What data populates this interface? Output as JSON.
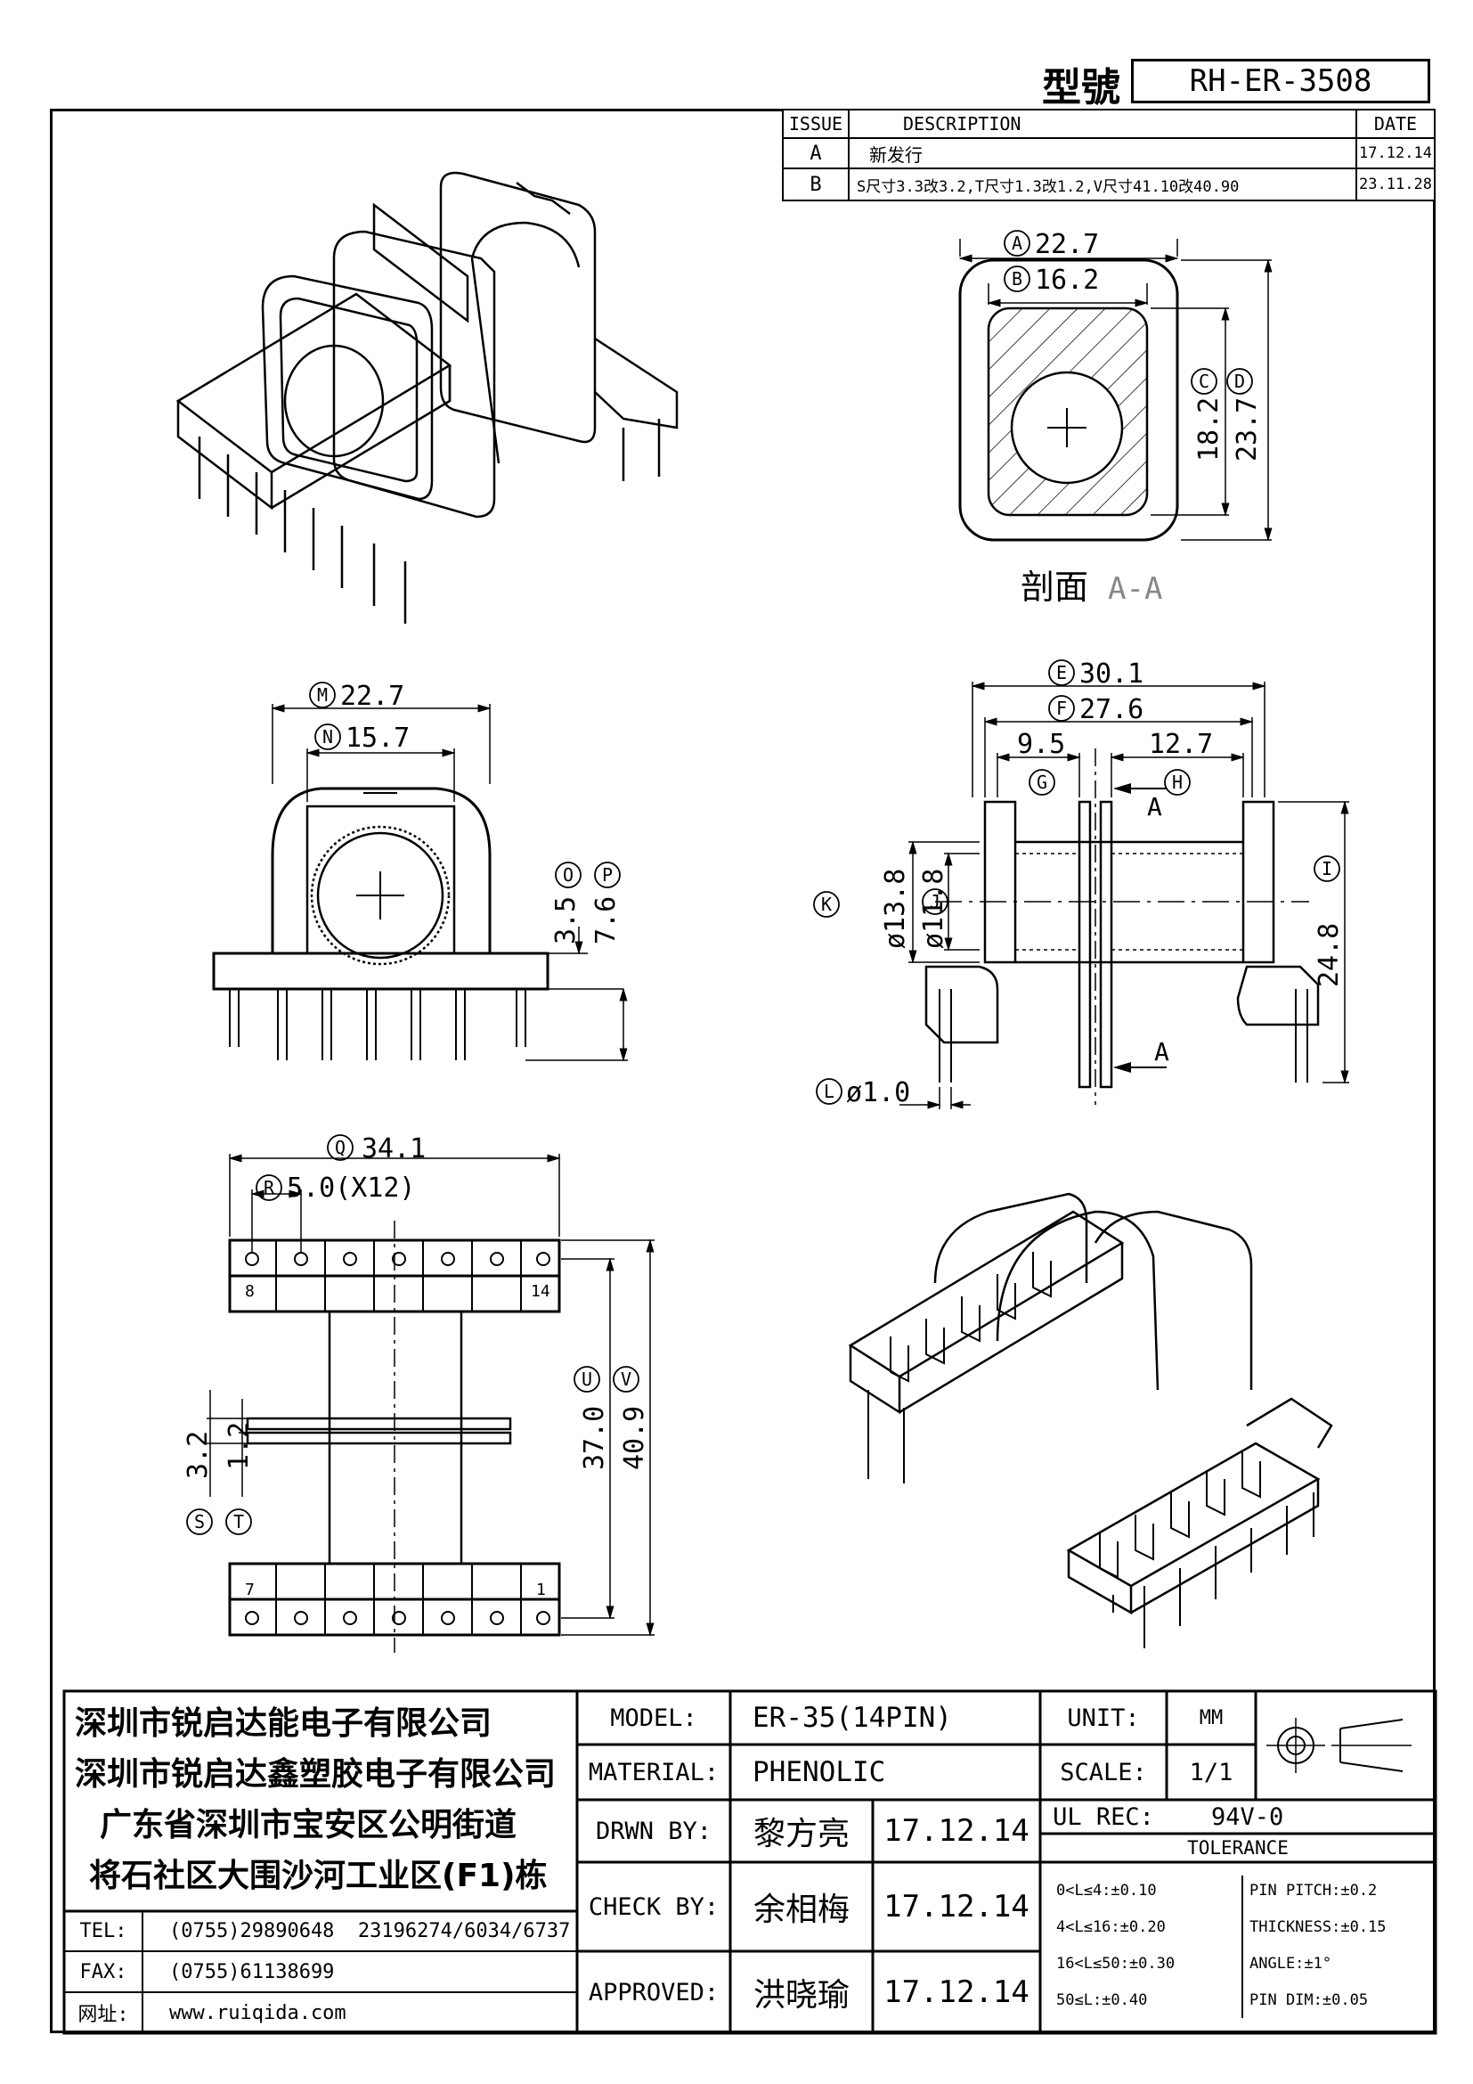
{
  "header": {
    "model_label": "型號",
    "model_number": "RH-ER-3508",
    "revision_columns": {
      "issue": "ISSUE",
      "description": "DESCRIPTION",
      "date": "DATE"
    },
    "revisions": [
      {
        "issue": "A",
        "description": "新发行",
        "date": "17.12.14"
      },
      {
        "issue": "B",
        "description": "S尺寸3.3改3.2,T尺寸1.3改1.2,V尺寸41.10改40.90",
        "date": "23.11.28"
      }
    ]
  },
  "section_view": {
    "label": "剖面",
    "label_suffix": "A-A",
    "dims": {
      "A": "22.7",
      "B": "16.2",
      "C": "18.2",
      "D": "23.7"
    }
  },
  "front_view": {
    "dims": {
      "M": "22.7",
      "N": "15.7",
      "O": "3.5",
      "P": "7.6"
    }
  },
  "side_view": {
    "dims": {
      "E": "30.1",
      "F": "27.6",
      "G": "9.5",
      "H": "12.7",
      "I": "24.8",
      "J": "ø11.8",
      "K": "ø13.8",
      "L": "ø1.0"
    },
    "section_marker": "A"
  },
  "bottom_view": {
    "dims": {
      "Q": "34.1",
      "R": "5.0(X12)",
      "S": "3.2",
      "T": "1.2",
      "U": "37.0",
      "V": "40.9"
    },
    "pin_labels": {
      "top_left": "8",
      "top_right": "14",
      "bottom_left": "7",
      "bottom_right": "1"
    }
  },
  "title_block": {
    "company_lines": [
      "深圳市锐启达能电子有限公司",
      "深圳市锐启达鑫塑胶电子有限公司",
      "广东省深圳市宝安区公明街道",
      "将石社区大围沙河工业区(F1)栋"
    ],
    "contacts": [
      {
        "label": "TEL:",
        "value": "(0755)29890648  23196274/6034/6737"
      },
      {
        "label": "FAX:",
        "value": "(0755)61138699"
      },
      {
        "label": "网址:",
        "value": "www.ruiqida.com"
      }
    ],
    "model_label": "MODEL:",
    "model_value": "ER-35(14PIN)",
    "material_label": "MATERIAL:",
    "material_value": "PHENOLIC",
    "drawn_label": "DRWN BY:",
    "drawn_name": "黎方亮",
    "drawn_date": "17.12.14",
    "check_label": "CHECK BY:",
    "check_name": "余相梅",
    "check_date": "17.12.14",
    "approved_label": "APPROVED:",
    "approved_name": "洪晓瑜",
    "approved_date": "17.12.14",
    "unit_label": "UNIT:",
    "unit_value": "MM",
    "scale_label": "SCALE:",
    "scale_value": "1/1",
    "ul_label": "UL REC:",
    "ul_value": "94V-0",
    "tolerance_title": "TOLERANCE",
    "tolerance_left": [
      "0<L≤4:±0.10",
      "4<L≤16:±0.20",
      "16<L≤50:±0.30",
      "50≤L:±0.40"
    ],
    "tolerance_right": [
      "PIN PITCH:±0.2",
      "THICKNESS:±0.15",
      "ANGLE:±1°",
      "PIN DIM:±0.05"
    ]
  }
}
